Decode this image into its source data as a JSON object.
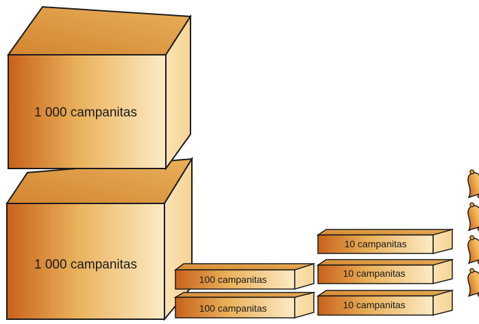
{
  "boxes": {
    "thousand_top": {
      "label": "1 000 campanitas"
    },
    "thousand_bottom": {
      "label": "1 000 campanitas"
    },
    "hundred_top": {
      "label": "100 campanitas"
    },
    "hundred_bottom": {
      "label": "100 campanitas"
    },
    "ten_1": {
      "label": "10 campanitas"
    },
    "ten_2": {
      "label": "10 campanitas"
    },
    "ten_3": {
      "label": "10 campanitas"
    }
  },
  "bells": {
    "count": 4
  },
  "colors": {
    "box_dark": "#c8621a",
    "box_mid": "#e8a848",
    "box_light": "#fde9c0",
    "box_top": "#d99238",
    "side": "#fbe5bd",
    "outline": "#1a1a1a",
    "bell": "#e79a2a"
  }
}
